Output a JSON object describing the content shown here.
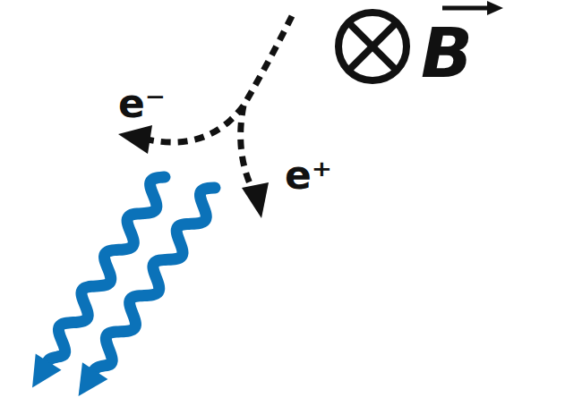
{
  "diagram": {
    "labels": [
      "e⁻",
      "e⁺",
      "B"
    ]
  }
}
